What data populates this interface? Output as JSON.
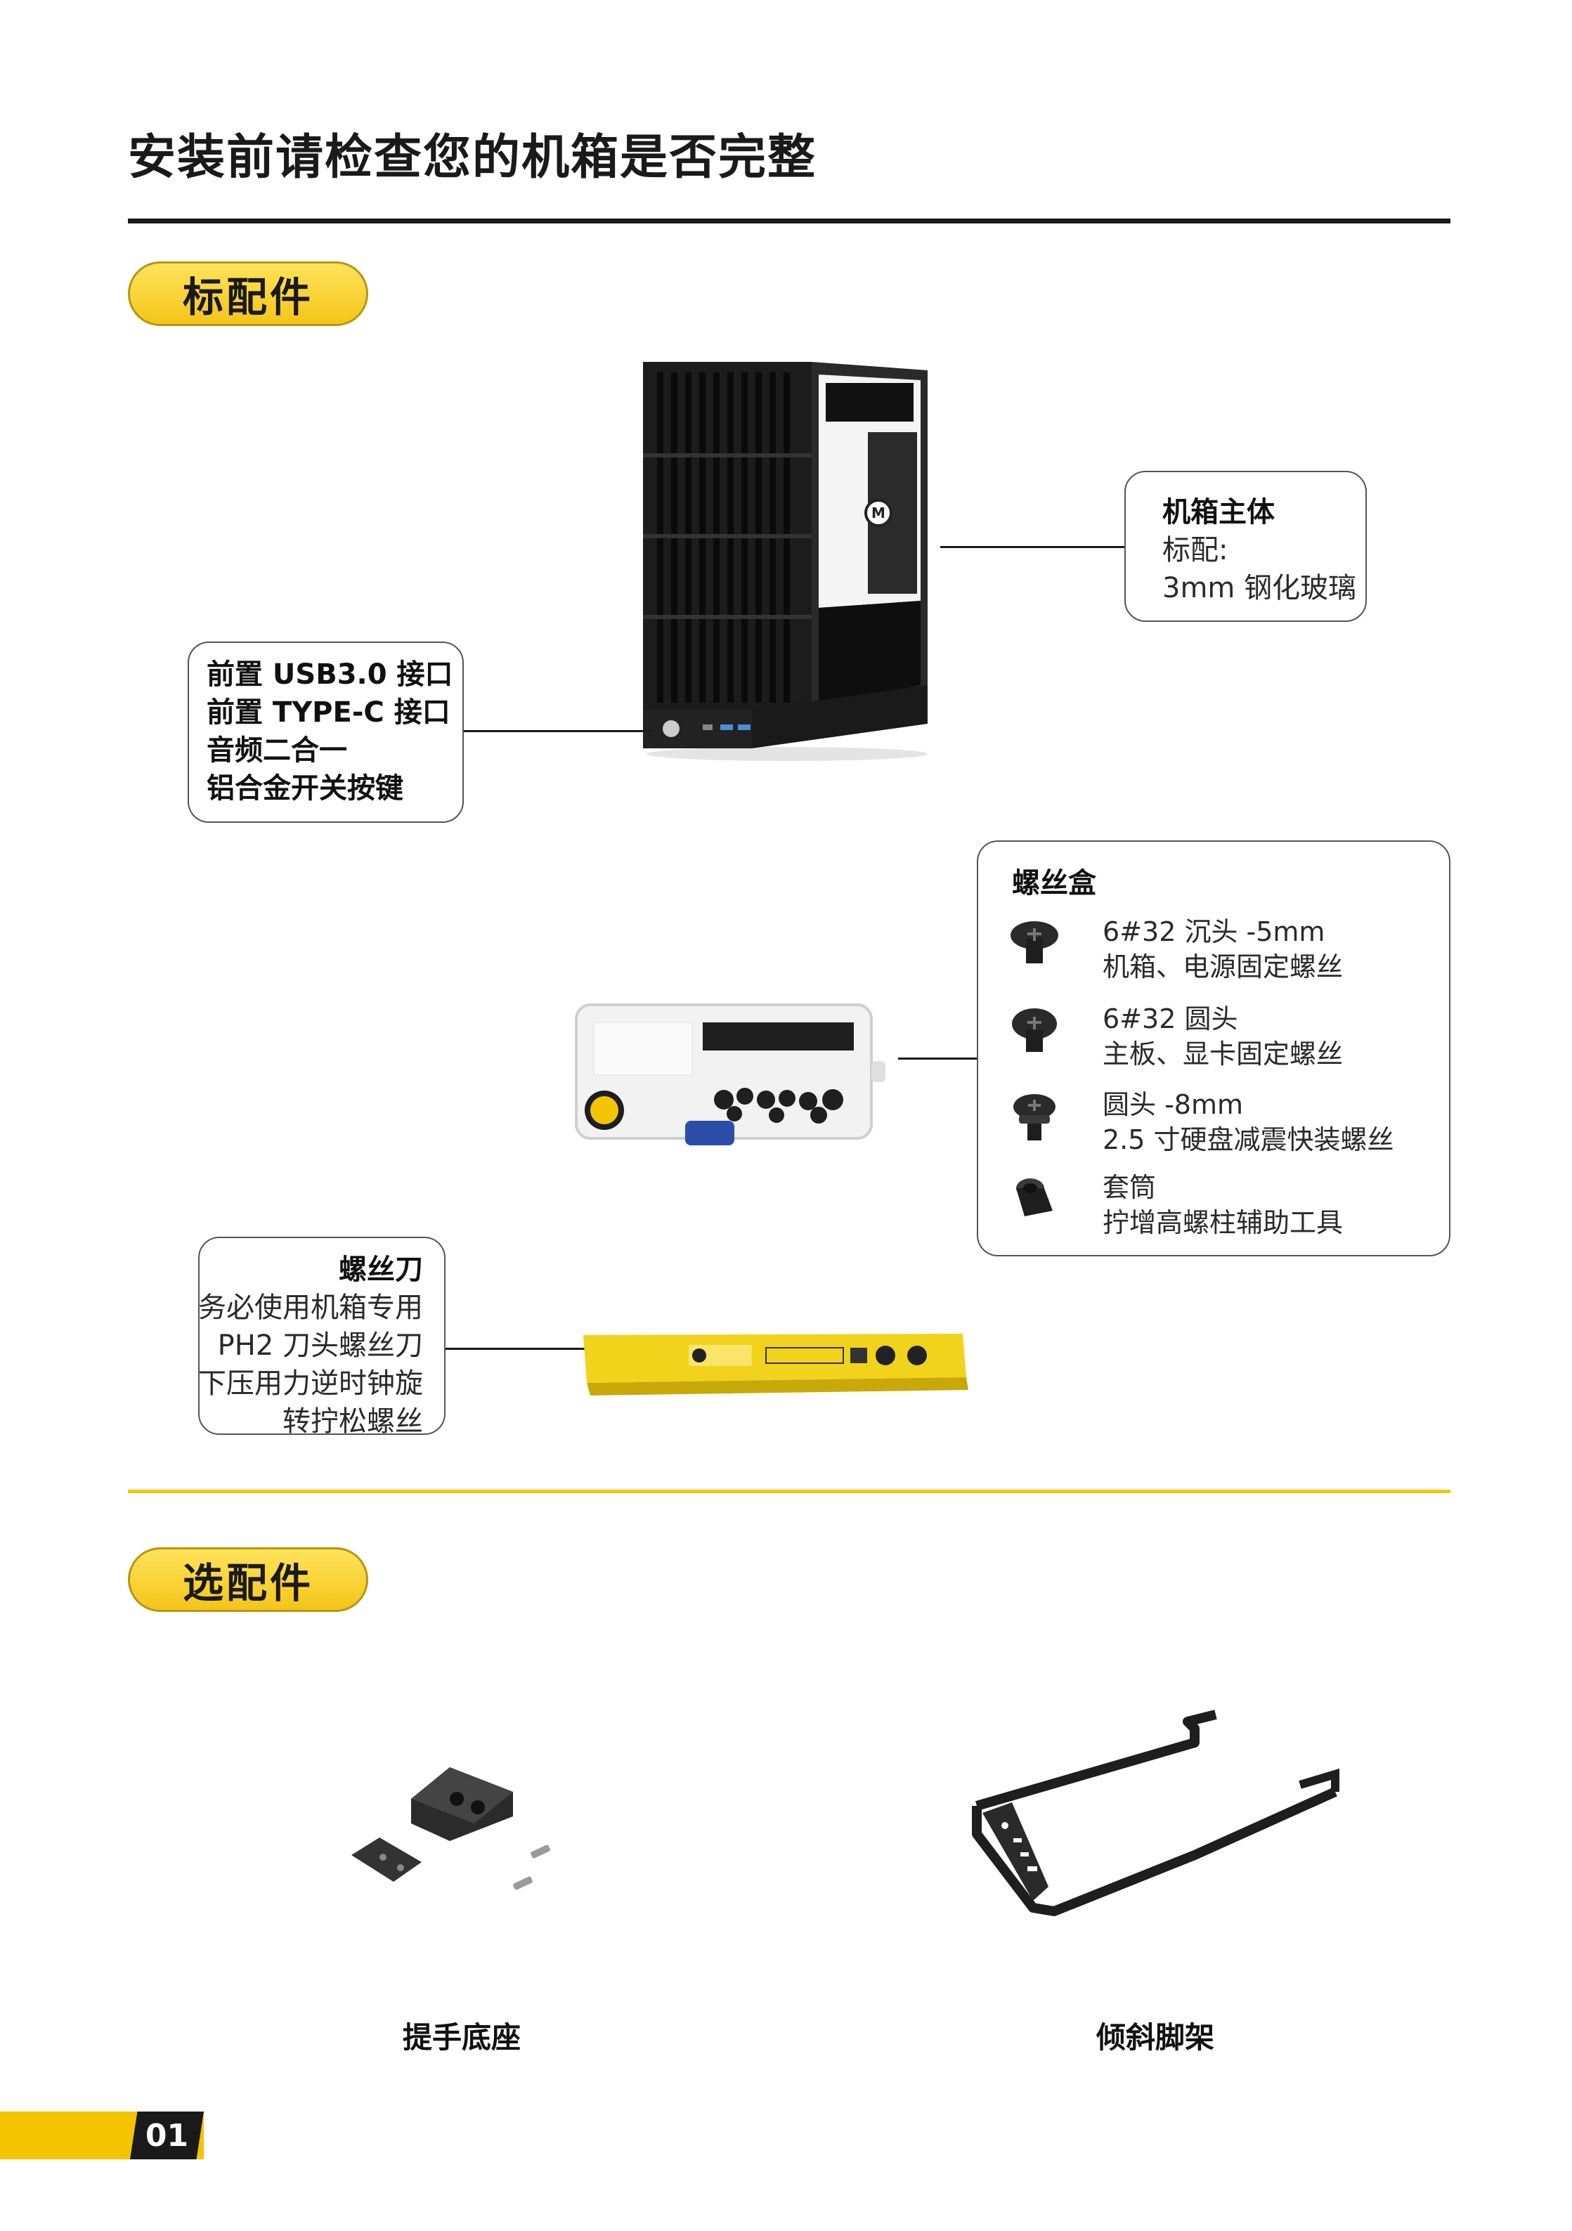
{
  "page_title": "安装前请检查您的机箱是否完整",
  "standard_section": {
    "label": "标配件",
    "case_body": {
      "heading": "机箱主体",
      "lines": [
        "标配:",
        "3mm 钢化玻璃"
      ]
    },
    "front_io": {
      "lines": [
        "前置 USB3.0 接口",
        "前置 TYPE-C 接口",
        "音频二合一",
        "铝合金开关按键"
      ]
    },
    "screw_box": {
      "heading": "螺丝盒",
      "items": [
        {
          "line1": "6#32 沉头 -5mm",
          "line2": "机箱、电源固定螺丝",
          "icon": "countersunk-screw-icon"
        },
        {
          "line1": "6#32 圆头",
          "line2": "主板、显卡固定螺丝",
          "icon": "round-head-screw-icon"
        },
        {
          "line1": "圆头 -8mm",
          "line2": "2.5 寸硬盘减震快装螺丝",
          "icon": "damper-screw-icon"
        },
        {
          "line1": "套筒",
          "line2": "拧增高螺柱辅助工具",
          "icon": "socket-sleeve-icon"
        }
      ]
    },
    "screwdriver": {
      "heading": "螺丝刀",
      "lines": [
        "务必使用机箱专用",
        "PH2 刀头螺丝刀",
        "下压用力逆时钟旋",
        "转拧松螺丝"
      ]
    }
  },
  "optional_section": {
    "label": "选配件",
    "items": [
      {
        "caption": "提手底座"
      },
      {
        "caption": "倾斜脚架"
      }
    ]
  },
  "page_number": "01",
  "colors": {
    "accent_yellow": "#f5c400",
    "text_dark": "#1a1a1a"
  }
}
